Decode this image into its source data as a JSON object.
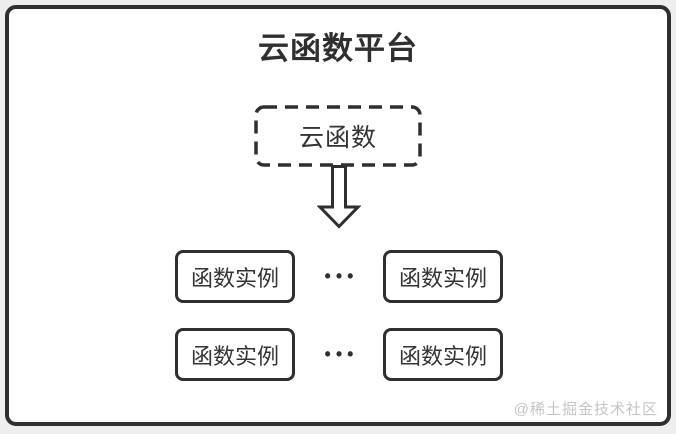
{
  "diagram": {
    "title": "云函数平台",
    "root_node": {
      "label": "云函数",
      "border_style": "dashed"
    },
    "arrow": {
      "name": "down-arrow",
      "direction": "down"
    },
    "instance_rows": [
      {
        "left_label": "函数实例",
        "separator": "•••",
        "right_label": "函数实例"
      },
      {
        "left_label": "函数实例",
        "separator": "•••",
        "right_label": "函数实例"
      }
    ],
    "watermark": "@稀土掘金技术社区",
    "colors": {
      "page_background": "#eeeeee",
      "canvas_background": "#ffffff",
      "stroke": "#2f2f2f",
      "text": "#333333",
      "watermark_text": "#c5c5c5"
    }
  }
}
